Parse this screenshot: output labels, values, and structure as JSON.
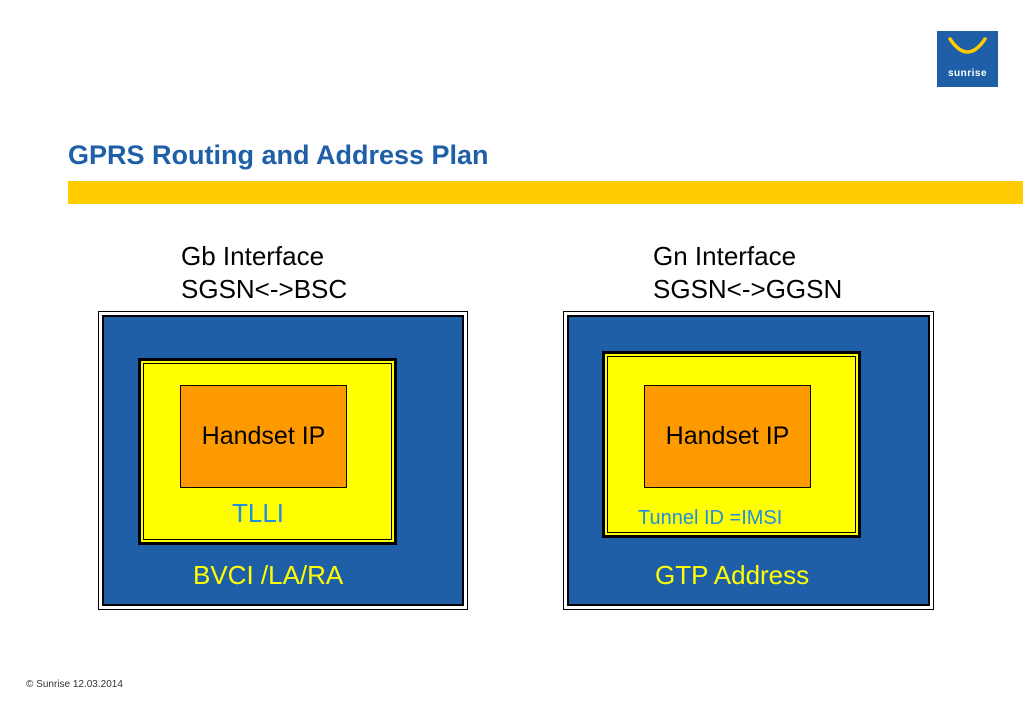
{
  "slide": {
    "title": "GPRS Routing and Address Plan",
    "footer": "© Sunrise 12.03.2014"
  },
  "logo": {
    "text": "sunrise",
    "icon": "sun-arc-icon",
    "color": "#1f5fa8"
  },
  "colors": {
    "title": "#1f5fa8",
    "accent_bar": "#ffcc00",
    "outer_box": "#1f5fa8",
    "middle_box": "#ffff00",
    "inner_box": "#ff9900",
    "inner_label": "#1f8fe0",
    "outer_label": "#ffff00"
  },
  "diagrams": {
    "gb": {
      "heading_line1": "Gb Interface",
      "heading_line2": "SGSN<->BSC",
      "inner": "Handset IP",
      "middle_label": "TLLI",
      "outer_label": "BVCI /LA/RA"
    },
    "gn": {
      "heading_line1": "Gn Interface",
      "heading_line2": "SGSN<->GGSN",
      "inner": "Handset IP",
      "middle_label": "Tunnel ID =IMSI",
      "outer_label": "GTP Address"
    }
  }
}
